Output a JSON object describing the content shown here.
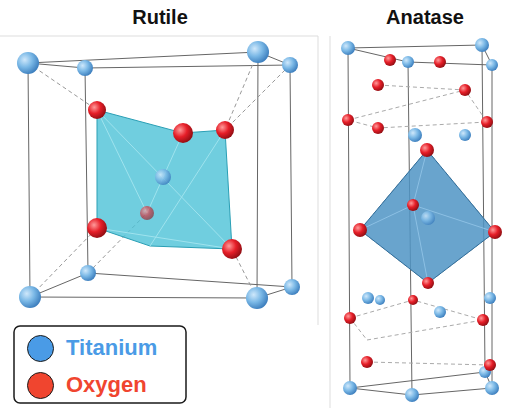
{
  "diagram": {
    "labels": [
      "Rutile",
      "Anatase"
    ],
    "legend": [
      {
        "text": "Titanium",
        "color": "#4a9be6"
      },
      {
        "text": "Oxygen",
        "color": "#f0452f"
      }
    ]
  }
}
